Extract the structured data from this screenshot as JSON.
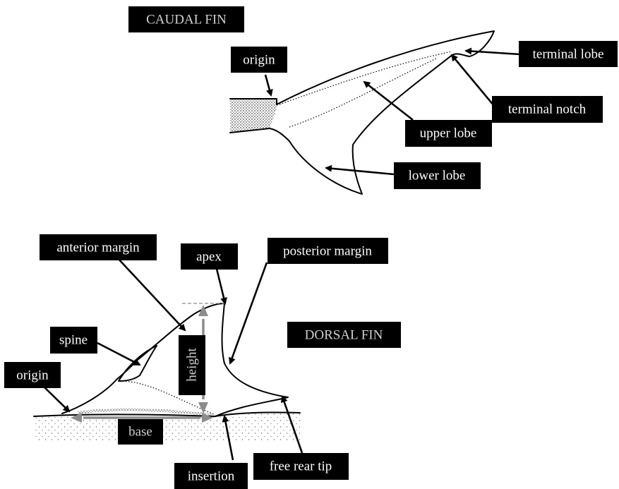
{
  "colors": {
    "label_bg": "#000000",
    "label_text": "#ffffff",
    "title_text": "#cfcfcf",
    "measure": "#8c8c8c"
  },
  "caudal": {
    "title": "CAUDAL FIN",
    "origin": "origin",
    "terminal_lobe": "terminal lobe",
    "terminal_notch": "terminal notch",
    "upper_lobe": "upper lobe",
    "lower_lobe": "lower lobe"
  },
  "dorsal": {
    "title": "DORSAL FIN",
    "anterior_margin": "anterior margin",
    "apex": "apex",
    "posterior_margin": "posterior margin",
    "spine": "spine",
    "height": "height",
    "origin": "origin",
    "base": "base",
    "free_rear_tip": "free rear tip",
    "insertion": "insertion"
  }
}
